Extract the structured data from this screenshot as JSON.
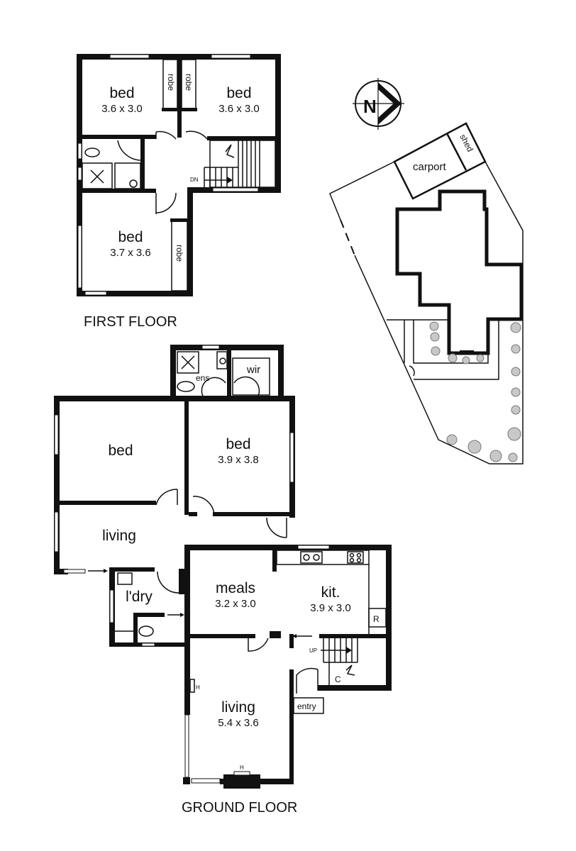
{
  "first_floor": {
    "title": "FIRST FLOOR",
    "rooms": [
      {
        "name": "bed",
        "size": "3.6 x 3.0"
      },
      {
        "name": "bed",
        "size": "3.6 x 3.0"
      },
      {
        "name": "bed",
        "size": "3.7 x 3.6"
      }
    ],
    "robes": [
      "robe",
      "robe",
      "robe"
    ],
    "stair_label": "DN"
  },
  "ground_floor": {
    "title": "GROUND FLOOR",
    "rooms": [
      {
        "name": "bed",
        "size": ""
      },
      {
        "name": "bed",
        "size": "3.9 x 3.8"
      },
      {
        "name": "living",
        "size": ""
      },
      {
        "name": "meals",
        "size": "3.2 x 3.0"
      },
      {
        "name": "kit.",
        "size": "3.9 x 3.0"
      },
      {
        "name": "l'dry",
        "size": ""
      },
      {
        "name": "living",
        "size": "5.4 x 3.6"
      }
    ],
    "ens_label": "ens",
    "wir_label": "wir",
    "fridge_label": "R",
    "cupboard_label": "C",
    "entry_label": "entry",
    "stair_label": "UP",
    "heater_label": "H",
    "heater_label_2": "H"
  },
  "site_plan": {
    "north_label": "N",
    "carport_label": "carport",
    "shed_label": "shed"
  }
}
